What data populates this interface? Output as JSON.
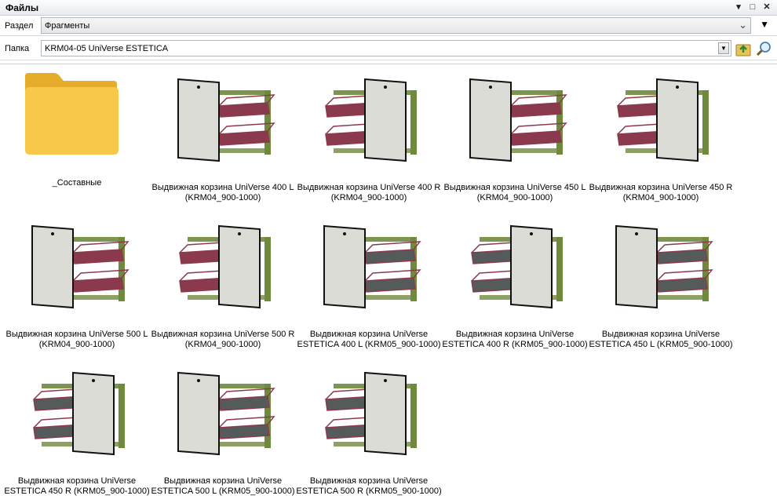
{
  "window": {
    "title": "Файлы",
    "pin_icon": "pin-icon",
    "maximize_icon": "maximize-icon",
    "close_icon": "close-icon"
  },
  "section": {
    "label": "Раздел",
    "value": "Фрагменты"
  },
  "folder": {
    "label": "Папка",
    "value": "KRM04-05 UniVerse ESTETICA",
    "up_icon": "folder-up-icon",
    "search_icon": "search-icon"
  },
  "items": [
    {
      "kind": "folder",
      "line1": "_Составные",
      "line2": ""
    },
    {
      "kind": "door-left",
      "line1": "Выдвижная корзина UniVerse 400 L",
      "line2": "(KRM04_900-1000)"
    },
    {
      "kind": "door-right",
      "line1": "Выдвижная корзина UniVerse 400 R",
      "line2": "(KRM04_900-1000)"
    },
    {
      "kind": "door-left",
      "line1": "Выдвижная корзина UniVerse 450 L",
      "line2": "(KRM04_900-1000)"
    },
    {
      "kind": "door-right",
      "line1": "Выдвижная корзина UniVerse 450 R",
      "line2": "(KRM04_900-1000)"
    },
    {
      "kind": "door-left",
      "line1": "Выдвижная корзина UniVerse 500 L",
      "line2": "(KRM04_900-1000)"
    },
    {
      "kind": "door-right",
      "line1": "Выдвижная корзина UniVerse 500 R",
      "line2": "(KRM04_900-1000)"
    },
    {
      "kind": "door-left-est",
      "line1": "Выдвижная корзина UniVerse",
      "line2": "ESTETICA 400 L (KRM05_900-1000)"
    },
    {
      "kind": "door-right-est",
      "line1": "Выдвижная корзина UniVerse",
      "line2": "ESTETICA 400 R (KRM05_900-1000)"
    },
    {
      "kind": "door-left-est",
      "line1": "Выдвижная корзина UniVerse",
      "line2": "ESTETICA 450 L (KRM05_900-1000)"
    },
    {
      "kind": "door-right-est",
      "line1": "Выдвижная корзина UniVerse",
      "line2": "ESTETICA 450 R (KRM05_900-1000)"
    },
    {
      "kind": "door-left-est",
      "line1": "Выдвижная корзина UniVerse",
      "line2": "ESTETICA 500 L (KRM05_900-1000)"
    },
    {
      "kind": "door-right-est",
      "line1": "Выдвижная корзина UniVerse",
      "line2": "ESTETICA 500 R (KRM05_900-1000)"
    }
  ],
  "colors": {
    "basket": "#8b3a4e",
    "frame": "#6f8a3c",
    "door": "#dcdcd6",
    "folder": "#f8c84a"
  }
}
